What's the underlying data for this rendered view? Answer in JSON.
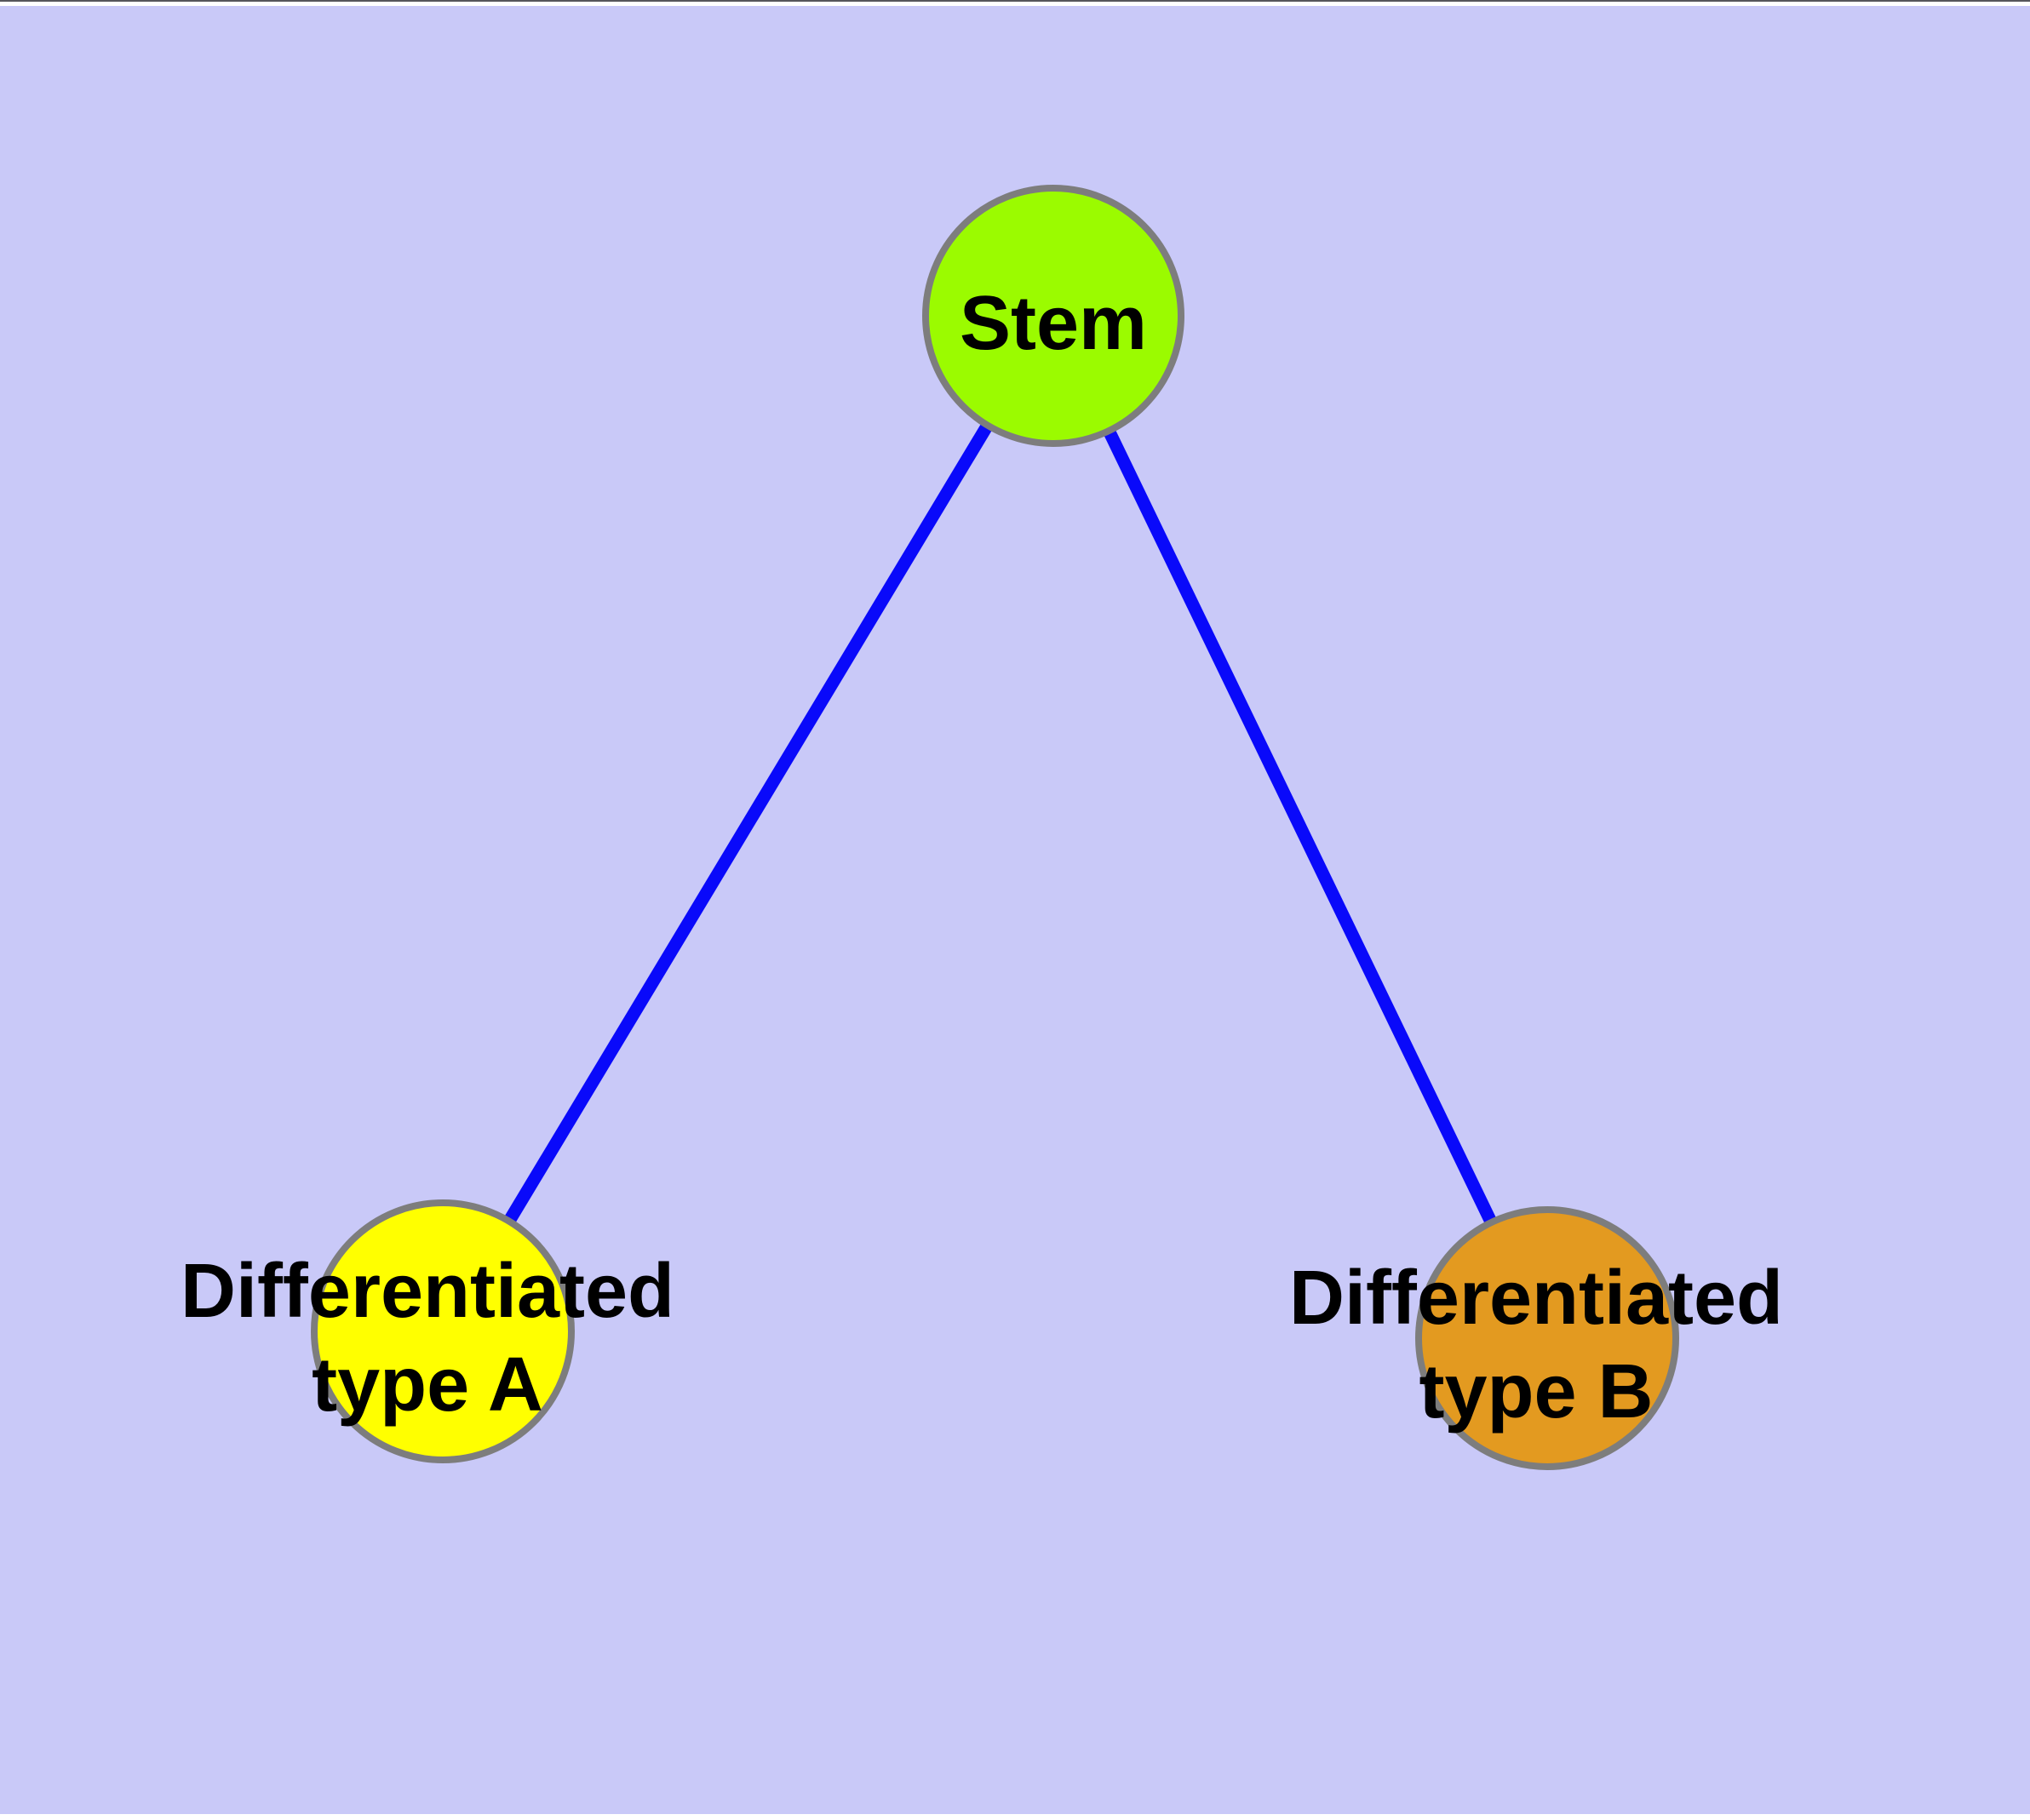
{
  "diagram": {
    "type": "node-link-graph",
    "description": "Stem cell differentiation graph: one stem node connected to two differentiated cell-type nodes",
    "colors": {
      "background": "#C9C9F8",
      "edge": "#0909FA",
      "node_border": "#7D7D7D",
      "label": "#000000",
      "frame_top_line": "#55555B",
      "frame_edge_highlight": "#FFFFFF"
    },
    "nodes": [
      {
        "id": "stem",
        "label": "Stem",
        "fill": "#9BFB00"
      },
      {
        "id": "differentiated-type-a",
        "label": "Differentiated type A",
        "label_line1": "Differentiated",
        "label_line2": "type A",
        "fill": "#FFFF00"
      },
      {
        "id": "differentiated-type-b",
        "label": "Differentiated type B",
        "label_line1": "Differentiated",
        "label_line2": "type B",
        "fill": "#E39A20"
      }
    ],
    "edges": [
      {
        "from": "stem",
        "to": "differentiated-type-a"
      },
      {
        "from": "stem",
        "to": "differentiated-type-b"
      }
    ]
  }
}
